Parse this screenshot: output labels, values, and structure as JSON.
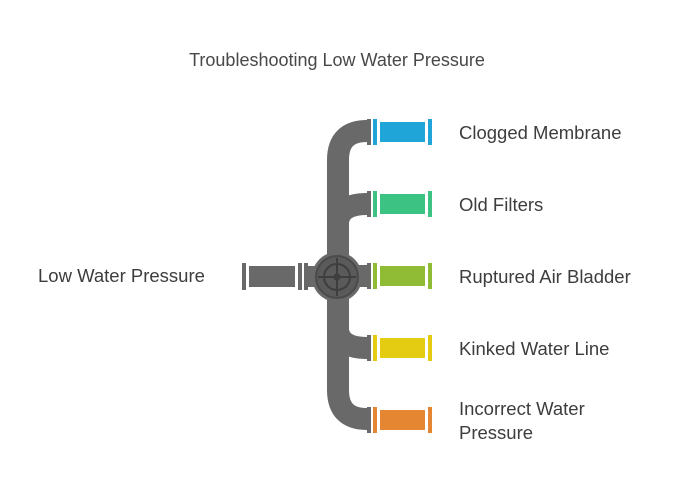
{
  "title": "Troubleshooting Low Water Pressure",
  "root": {
    "label": "Low Water Pressure"
  },
  "branches": [
    {
      "label": "Clogged Membrane",
      "color": "#1fa5d8"
    },
    {
      "label": "Old Filters",
      "color": "#3cc383"
    },
    {
      "label": "Ruptured Air Bladder",
      "color": "#8fbb35"
    },
    {
      "label": "Kinked Water Line",
      "color": "#e3cc12"
    },
    {
      "label": "Incorrect Water Pressure",
      "color": "#e58732"
    }
  ],
  "colors": {
    "pipe": "#696969",
    "pipe_dark": "#4a4a4a"
  },
  "icons": {
    "hub": "valve-wheel-icon"
  }
}
